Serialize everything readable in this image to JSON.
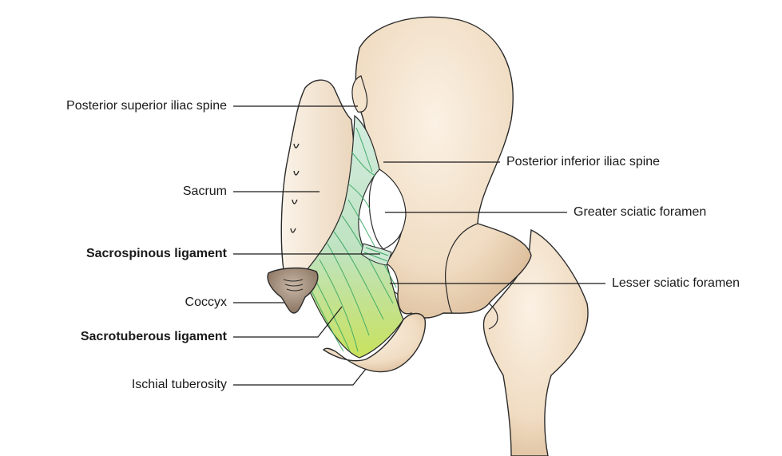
{
  "labels": {
    "posterior_superior_iliac_spine": "Posterior superior iliac spine",
    "posterior_inferior_iliac_spine": "Posterior inferior iliac spine",
    "sacrum": "Sacrum",
    "greater_sciatic_foramen": "Greater sciatic foramen",
    "sacrospinous_ligament": "Sacrospinous ligament",
    "lesser_sciatic_foramen": "Lesser sciatic foramen",
    "coccyx": "Coccyx",
    "sacrotuberous_ligament": "Sacrotuberous ligament",
    "ischial_tuberosity": "Ischial tuberosity"
  },
  "colors": {
    "bone_light": "#f6e6d2",
    "bone_dark": "#d7b48f",
    "ligament_top": "#cfe9d8",
    "ligament_bottom": "#c6e06a",
    "ligament_lines": "#3aa864",
    "coccyx": "#a08a78",
    "outline": "#2b2b2b"
  }
}
